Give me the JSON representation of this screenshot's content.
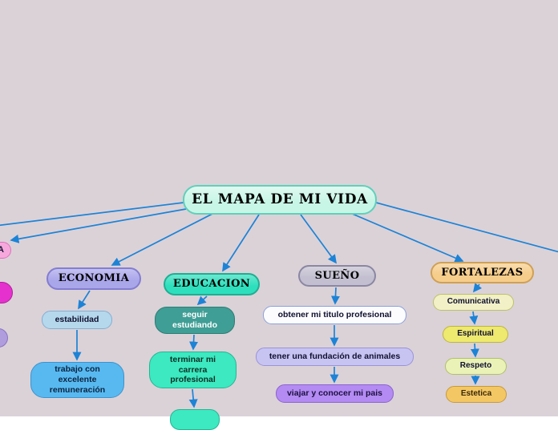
{
  "canvas": {
    "background": "#dbd2d8",
    "connector_color": "#1d83d6"
  },
  "root": {
    "label": "EL MAPA DE MI VIDA",
    "bg": "#c8f6e6",
    "border": "#5fd0ba"
  },
  "branches": {
    "economia": {
      "title": "ECONOMIA",
      "bg": "#aaa6ea",
      "border": "#837dd0",
      "children": [
        {
          "label": "estabilidad",
          "bg": "#b5d8ec",
          "border": "#84aed0",
          "fg": "#101030"
        },
        {
          "label": "trabajo con excelente remuneración",
          "bg": "#58b9f1",
          "border": "#3d92cc",
          "fg": "#0c2440"
        }
      ]
    },
    "educacion": {
      "title": "EDUCACION",
      "bg": "#2ddfbd",
      "border": "#1fae92",
      "children": [
        {
          "label": "seguir estudiando",
          "bg": "#3f9e95",
          "border": "#2e7d75",
          "fg": "#ffffff"
        },
        {
          "label": "terminar mi carrera profesional",
          "bg": "#3ce9c0",
          "border": "#25b593",
          "fg": "#0c3026"
        },
        {
          "label": "",
          "bg": "#3ce9c0",
          "border": "#25b593",
          "fg": "#0c3026"
        }
      ]
    },
    "sueno": {
      "title": "SUEÑO",
      "bg": "#c3bfd0",
      "border": "#8b87a2",
      "children": [
        {
          "label": "obtener mi titulo profesional",
          "bg": "#fcfcff",
          "border": "#8ba0d8",
          "fg": "#101030"
        },
        {
          "label": "tener una fundación de animales",
          "bg": "#c8c4f2",
          "border": "#9a93d8",
          "fg": "#101030"
        },
        {
          "label": "viajar y conocer mi pais",
          "bg": "#b38bf2",
          "border": "#8c63cd",
          "fg": "#1c1040"
        }
      ]
    },
    "fortalezas": {
      "title": "FORTALEZAS",
      "bg": "#f6cd8a",
      "border": "#cfa055",
      "children": [
        {
          "label": "Comunicativa",
          "bg": "#f2f0c6",
          "border": "#bcc266",
          "fg": "#101030"
        },
        {
          "label": "Espiritual",
          "bg": "#eee96f",
          "border": "#beb540",
          "fg": "#101030"
        },
        {
          "label": "Respeto",
          "bg": "#eaf2b8",
          "border": "#b0c164",
          "fg": "#101030"
        },
        {
          "label": "Estetica",
          "bg": "#f4c765",
          "border": "#c79a38",
          "fg": "#3a2a08"
        }
      ]
    }
  },
  "edge_fragments": [
    {
      "label": "A",
      "bg": "#f6a8dc",
      "border": "#e070bc"
    },
    {
      "label": "",
      "bg": "#e531cd",
      "border": "#b2209c"
    },
    {
      "label": "",
      "bg": "#b09ddd",
      "border": "#8a72c2"
    }
  ]
}
